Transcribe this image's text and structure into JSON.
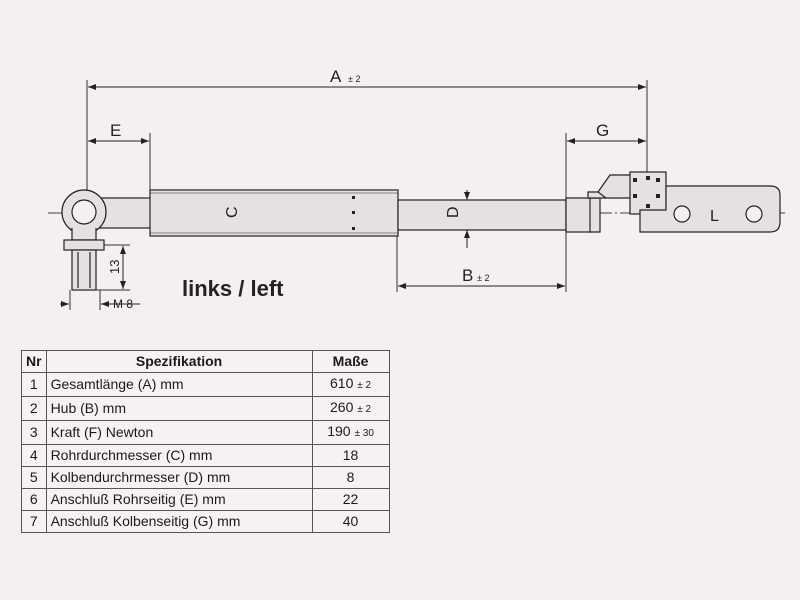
{
  "diagram": {
    "dim_a": "A",
    "dim_a_tol": "± 2",
    "dim_b": "B",
    "dim_b_tol": "± 2",
    "dim_c": "C",
    "dim_d": "D",
    "dim_e": "E",
    "dim_g": "G",
    "dim_l": "L",
    "thread_len": "13",
    "thread_size": "M 8",
    "side_label": "links / left"
  },
  "table": {
    "headers": [
      "Nr",
      "Spezifikation",
      "Maße"
    ],
    "rows": [
      {
        "nr": "1",
        "desc": "Gesamtlänge (A) mm",
        "val": "610",
        "tol": "± 2"
      },
      {
        "nr": "2",
        "desc": "Hub (B)  mm",
        "val": "260",
        "tol": "± 2"
      },
      {
        "nr": "3",
        "desc": "Kraft (F) Newton",
        "val": "190",
        "tol": "± 30"
      },
      {
        "nr": "4",
        "desc": "Rohrdurchmesser (C) mm",
        "val": "18",
        "tol": ""
      },
      {
        "nr": "5",
        "desc": "Kolbendurchrmesser (D) mm",
        "val": "8",
        "tol": ""
      },
      {
        "nr": "6",
        "desc": "Anschluß Rohrseitig (E) mm",
        "val": "22",
        "tol": ""
      },
      {
        "nr": "7",
        "desc": "Anschluß Kolbenseitig (G) mm",
        "val": "40",
        "tol": ""
      }
    ]
  },
  "colors": {
    "background": "#f5eef2",
    "line": "#222222",
    "part_fill": "#e6e0e4"
  }
}
